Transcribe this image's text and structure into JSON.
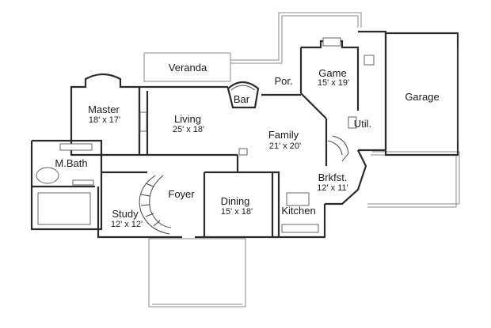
{
  "rooms": {
    "veranda": {
      "name": "Veranda"
    },
    "porch": {
      "name": "Por."
    },
    "game": {
      "name": "Game",
      "size": "15' x 19'"
    },
    "garage": {
      "name": "Garage"
    },
    "master": {
      "name": "Master",
      "size": "18' x 17'"
    },
    "living": {
      "name": "Living",
      "size": "25' x 18'"
    },
    "bar": {
      "name": "Bar"
    },
    "family": {
      "name": "Family",
      "size": "21' x 20'"
    },
    "utility": {
      "name": "Util."
    },
    "master_bath": {
      "name": "M.Bath"
    },
    "breakfast": {
      "name": "Brkfst.",
      "size": "12' x 11'"
    },
    "foyer": {
      "name": "Foyer"
    },
    "dining": {
      "name": "Dining",
      "size": "15' x 18'"
    },
    "kitchen": {
      "name": "Kitchen"
    },
    "study": {
      "name": "Study",
      "size": "12' x 12'"
    }
  }
}
